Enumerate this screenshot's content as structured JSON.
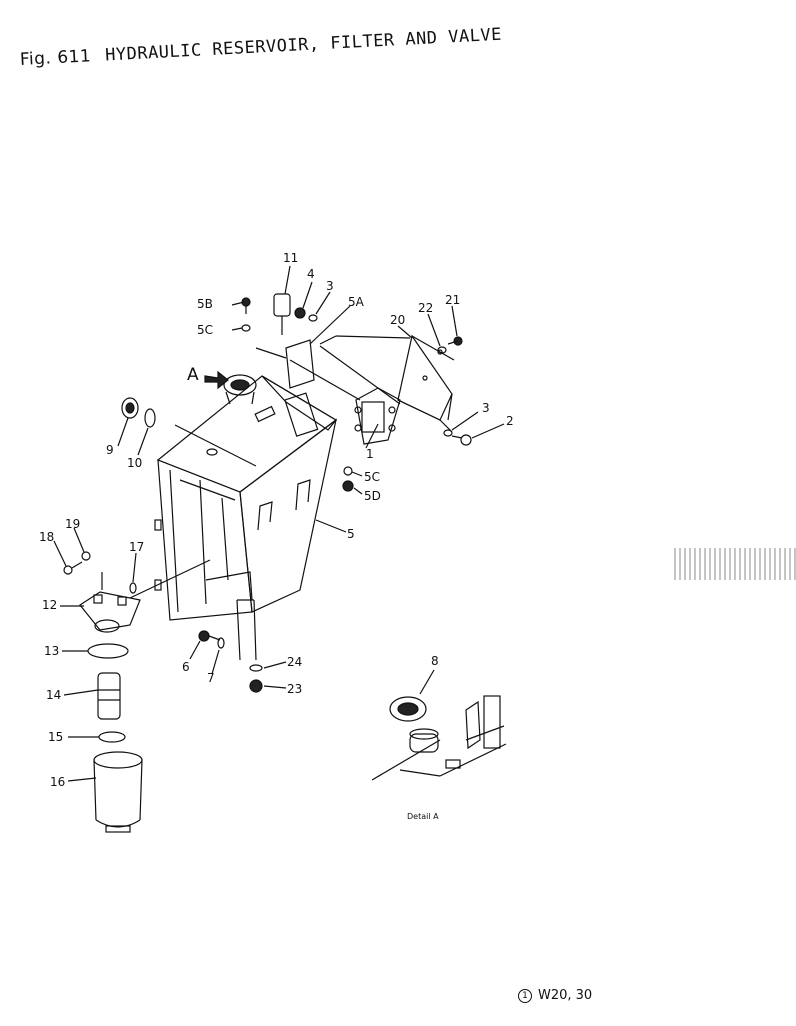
{
  "title": {
    "fig": "Fig. 611",
    "text": "HYDRAULIC RESERVOIR, FILTER AND VALVE"
  },
  "view_marker": "A",
  "detail_caption": "Detail A",
  "code": {
    "circled": "1",
    "text": "W20, 30"
  },
  "labels": {
    "p1": "1",
    "p2": "2",
    "p3a": "3",
    "p3b": "3",
    "p4": "4",
    "p5": "5",
    "p5a": "5A",
    "p5b": "5B",
    "p5c_top": "5C",
    "p5c": "5C",
    "p5d": "5D",
    "p6": "6",
    "p7": "7",
    "p8": "8",
    "p9": "9",
    "p10": "10",
    "p11": "11",
    "p12": "12",
    "p13": "13",
    "p14": "14",
    "p15": "15",
    "p16": "16",
    "p17": "17",
    "p18": "18",
    "p19": "19",
    "p20": "20",
    "p21": "21",
    "p22": "22",
    "p23": "23",
    "p24": "24"
  }
}
